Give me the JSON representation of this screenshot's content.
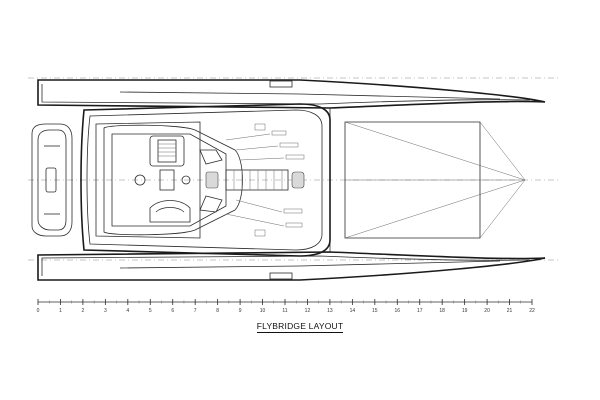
{
  "drawing": {
    "title": "FLYBRIDGE LAYOUT",
    "scale_labels": [
      "0",
      "1",
      "2",
      "3",
      "4",
      "5",
      "6",
      "7",
      "8",
      "9",
      "10",
      "11",
      "12",
      "13",
      "14",
      "15",
      "16",
      "17",
      "18",
      "19",
      "20",
      "21",
      "22"
    ]
  },
  "colors": {
    "line": "#2b2b2b",
    "background": "#ffffff",
    "hatch": "#d9d9d9"
  }
}
